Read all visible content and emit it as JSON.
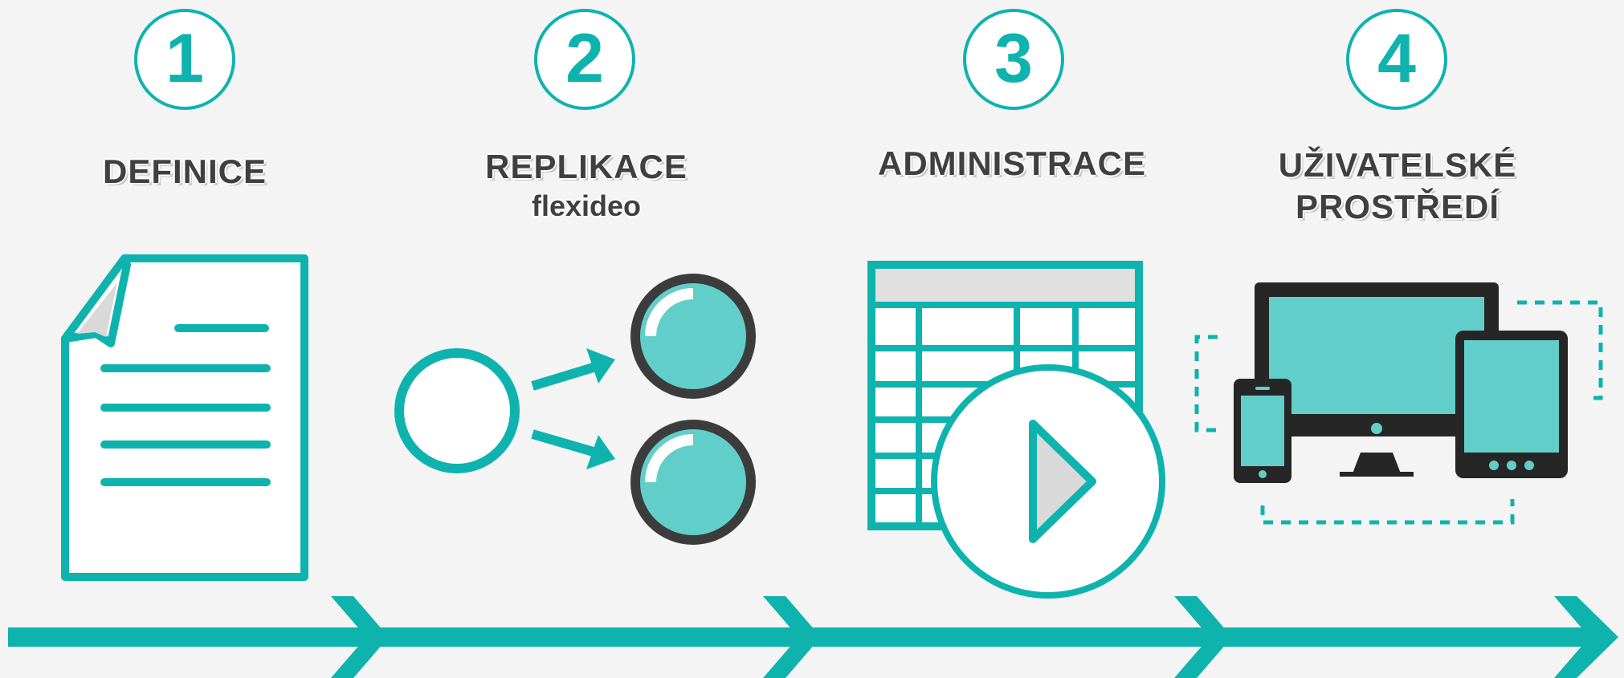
{
  "steps": [
    {
      "number": "1",
      "title": "DEFINICE",
      "subtitle": ""
    },
    {
      "number": "2",
      "title": "REPLIKACE",
      "subtitle": "flexideo"
    },
    {
      "number": "3",
      "title": "ADMINISTRACE",
      "subtitle": ""
    },
    {
      "number": "4",
      "title": "UŽIVATELSKÉ\nPROSTŘEDÍ",
      "subtitle": ""
    }
  ],
  "icons": [
    "document-icon",
    "replication-icon",
    "table-play-icon",
    "devices-icon"
  ],
  "colors": {
    "accent": "#0fb3ae",
    "accent_light": "#62ceca",
    "dark": "#3c3c3c",
    "background": "#f4f4f4"
  }
}
